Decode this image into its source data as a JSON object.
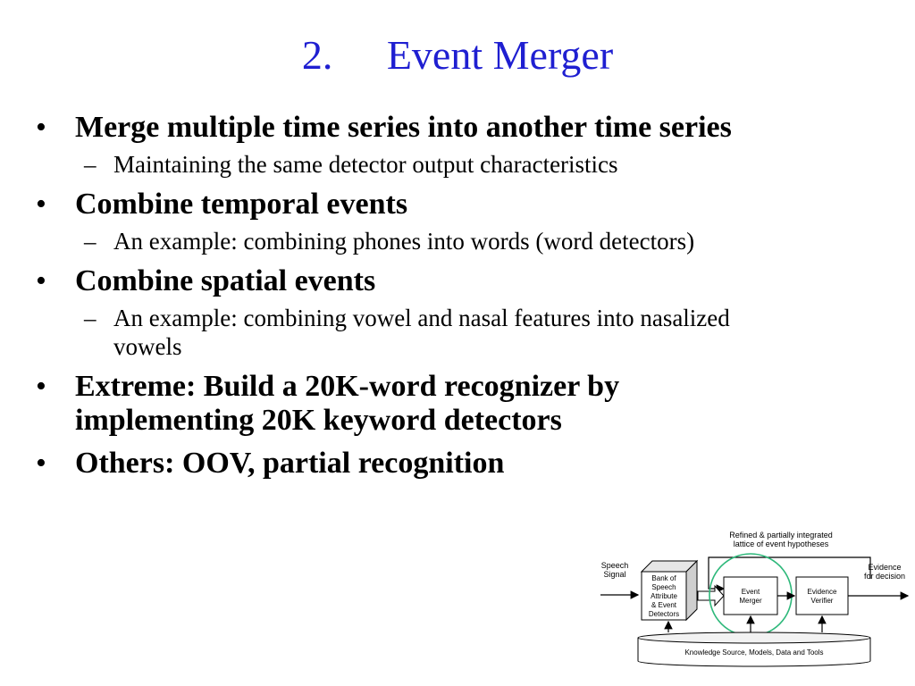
{
  "slide": {
    "title_number": "2.",
    "title_text": "Event Merger",
    "bullets": [
      {
        "text": "Merge multiple time series into another time series",
        "sub": [
          "Maintaining the same detector output characteristics"
        ]
      },
      {
        "text": "Combine temporal events",
        "sub": [
          "An example: combining phones into words (word detectors)"
        ]
      },
      {
        "text": "Combine spatial events",
        "sub": [
          "An example: combining vowel and nasal features into nasalized vowels"
        ]
      },
      {
        "text": "Extreme: Build a 20K-word recognizer by implementing 20K keyword detectors",
        "sub": []
      },
      {
        "text": "Others: OOV, partial recognition",
        "sub": []
      }
    ]
  },
  "diagram": {
    "lattice_label_line1": "Refined & partially integrated",
    "lattice_label_line2": "lattice of event hypotheses",
    "speech_signal_line1": "Speech",
    "speech_signal_line2": "Signal",
    "bank_lines": [
      "Bank of",
      "Speech",
      "Attribute",
      "& Event",
      "Detectors"
    ],
    "merger_line1": "Event",
    "merger_line2": "Merger",
    "verifier_line1": "Evidence",
    "verifier_line2": "Verifier",
    "evidence_line1": "Evidence",
    "evidence_line2": "for decision",
    "knowledge_label": "Knowledge Source, Models, Data and Tools",
    "highlight_color": "#2db87a"
  }
}
